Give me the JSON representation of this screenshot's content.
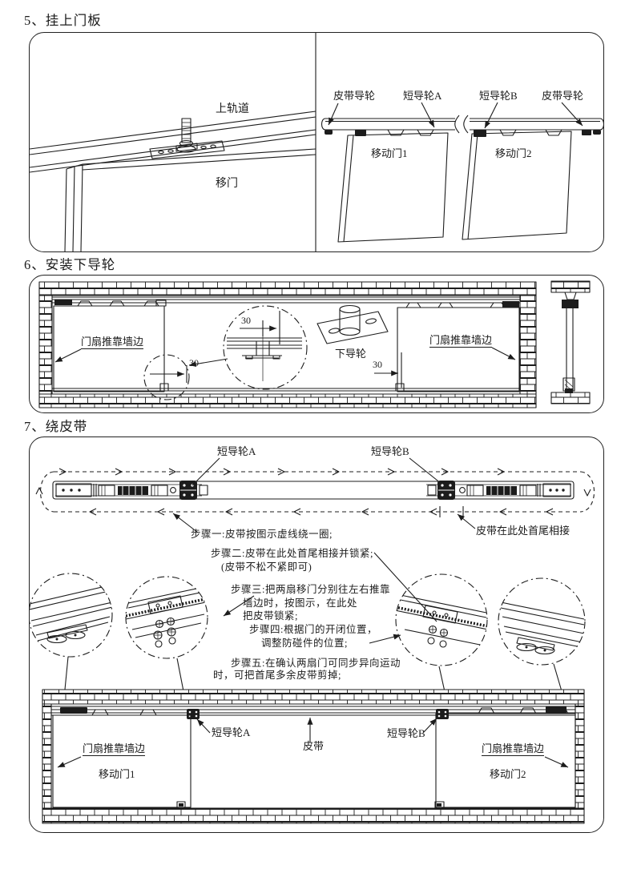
{
  "colors": {
    "ink": "#1c1c1c",
    "paper": "#ffffff"
  },
  "s5": {
    "title": "5、挂上门板",
    "left": {
      "top_track": "上轨道",
      "door": "移门"
    },
    "right": {
      "pulley_left": "皮带导轮",
      "guide_a": "短导轮A",
      "guide_b": "短导轮B",
      "pulley_right": "皮带导轮",
      "door1": "移动门1",
      "door2": "移动门2"
    }
  },
  "s6": {
    "title": "6、安装下导轮",
    "push_wall_left": "门扇推靠墙边",
    "push_wall_right": "门扇推靠墙边",
    "lower_guide": "下导轮",
    "dim_small": "30",
    "dim_detail": "30",
    "dim_right": "30"
  },
  "s7": {
    "title": "7、绕皮带",
    "guide_a": "短导轮A",
    "guide_b": "短导轮B",
    "belt_joint": "皮带在此处首尾相接",
    "steps": [
      "步骤一:皮带按图示虚线绕一圈;",
      "步骤二:皮带在此处首尾相接并锁紧;",
      "(皮带不松不紧即可)",
      "步骤三:把两扇移门分别往左右推靠",
      "墙边时，按图示，在此处",
      "把皮带锁紧;",
      "步骤四:根据门的开闭位置，",
      "调整防碰件的位置;",
      "步骤五:在确认两扇门可同步异向运动",
      "时，可把首尾多余皮带剪掉;"
    ],
    "bottom": {
      "push_wall_left": "门扇推靠墙边",
      "door1": "移动门1",
      "short_guide_a": "短导轮A",
      "belt": "皮带",
      "short_guide_b": "短导轮B",
      "push_wall_right": "门扇推靠墙边",
      "door2": "移动门2"
    }
  }
}
